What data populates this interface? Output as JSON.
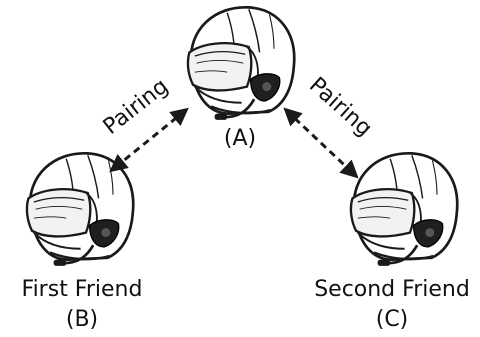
{
  "diagram": {
    "helmet_a_label": "(A)",
    "helmet_b_name": "First Friend",
    "helmet_b_label": "(B)",
    "helmet_c_name": "Second Friend",
    "helmet_c_label": "(C)",
    "left_link_label": "Pairing",
    "right_link_label": "Pairing"
  }
}
